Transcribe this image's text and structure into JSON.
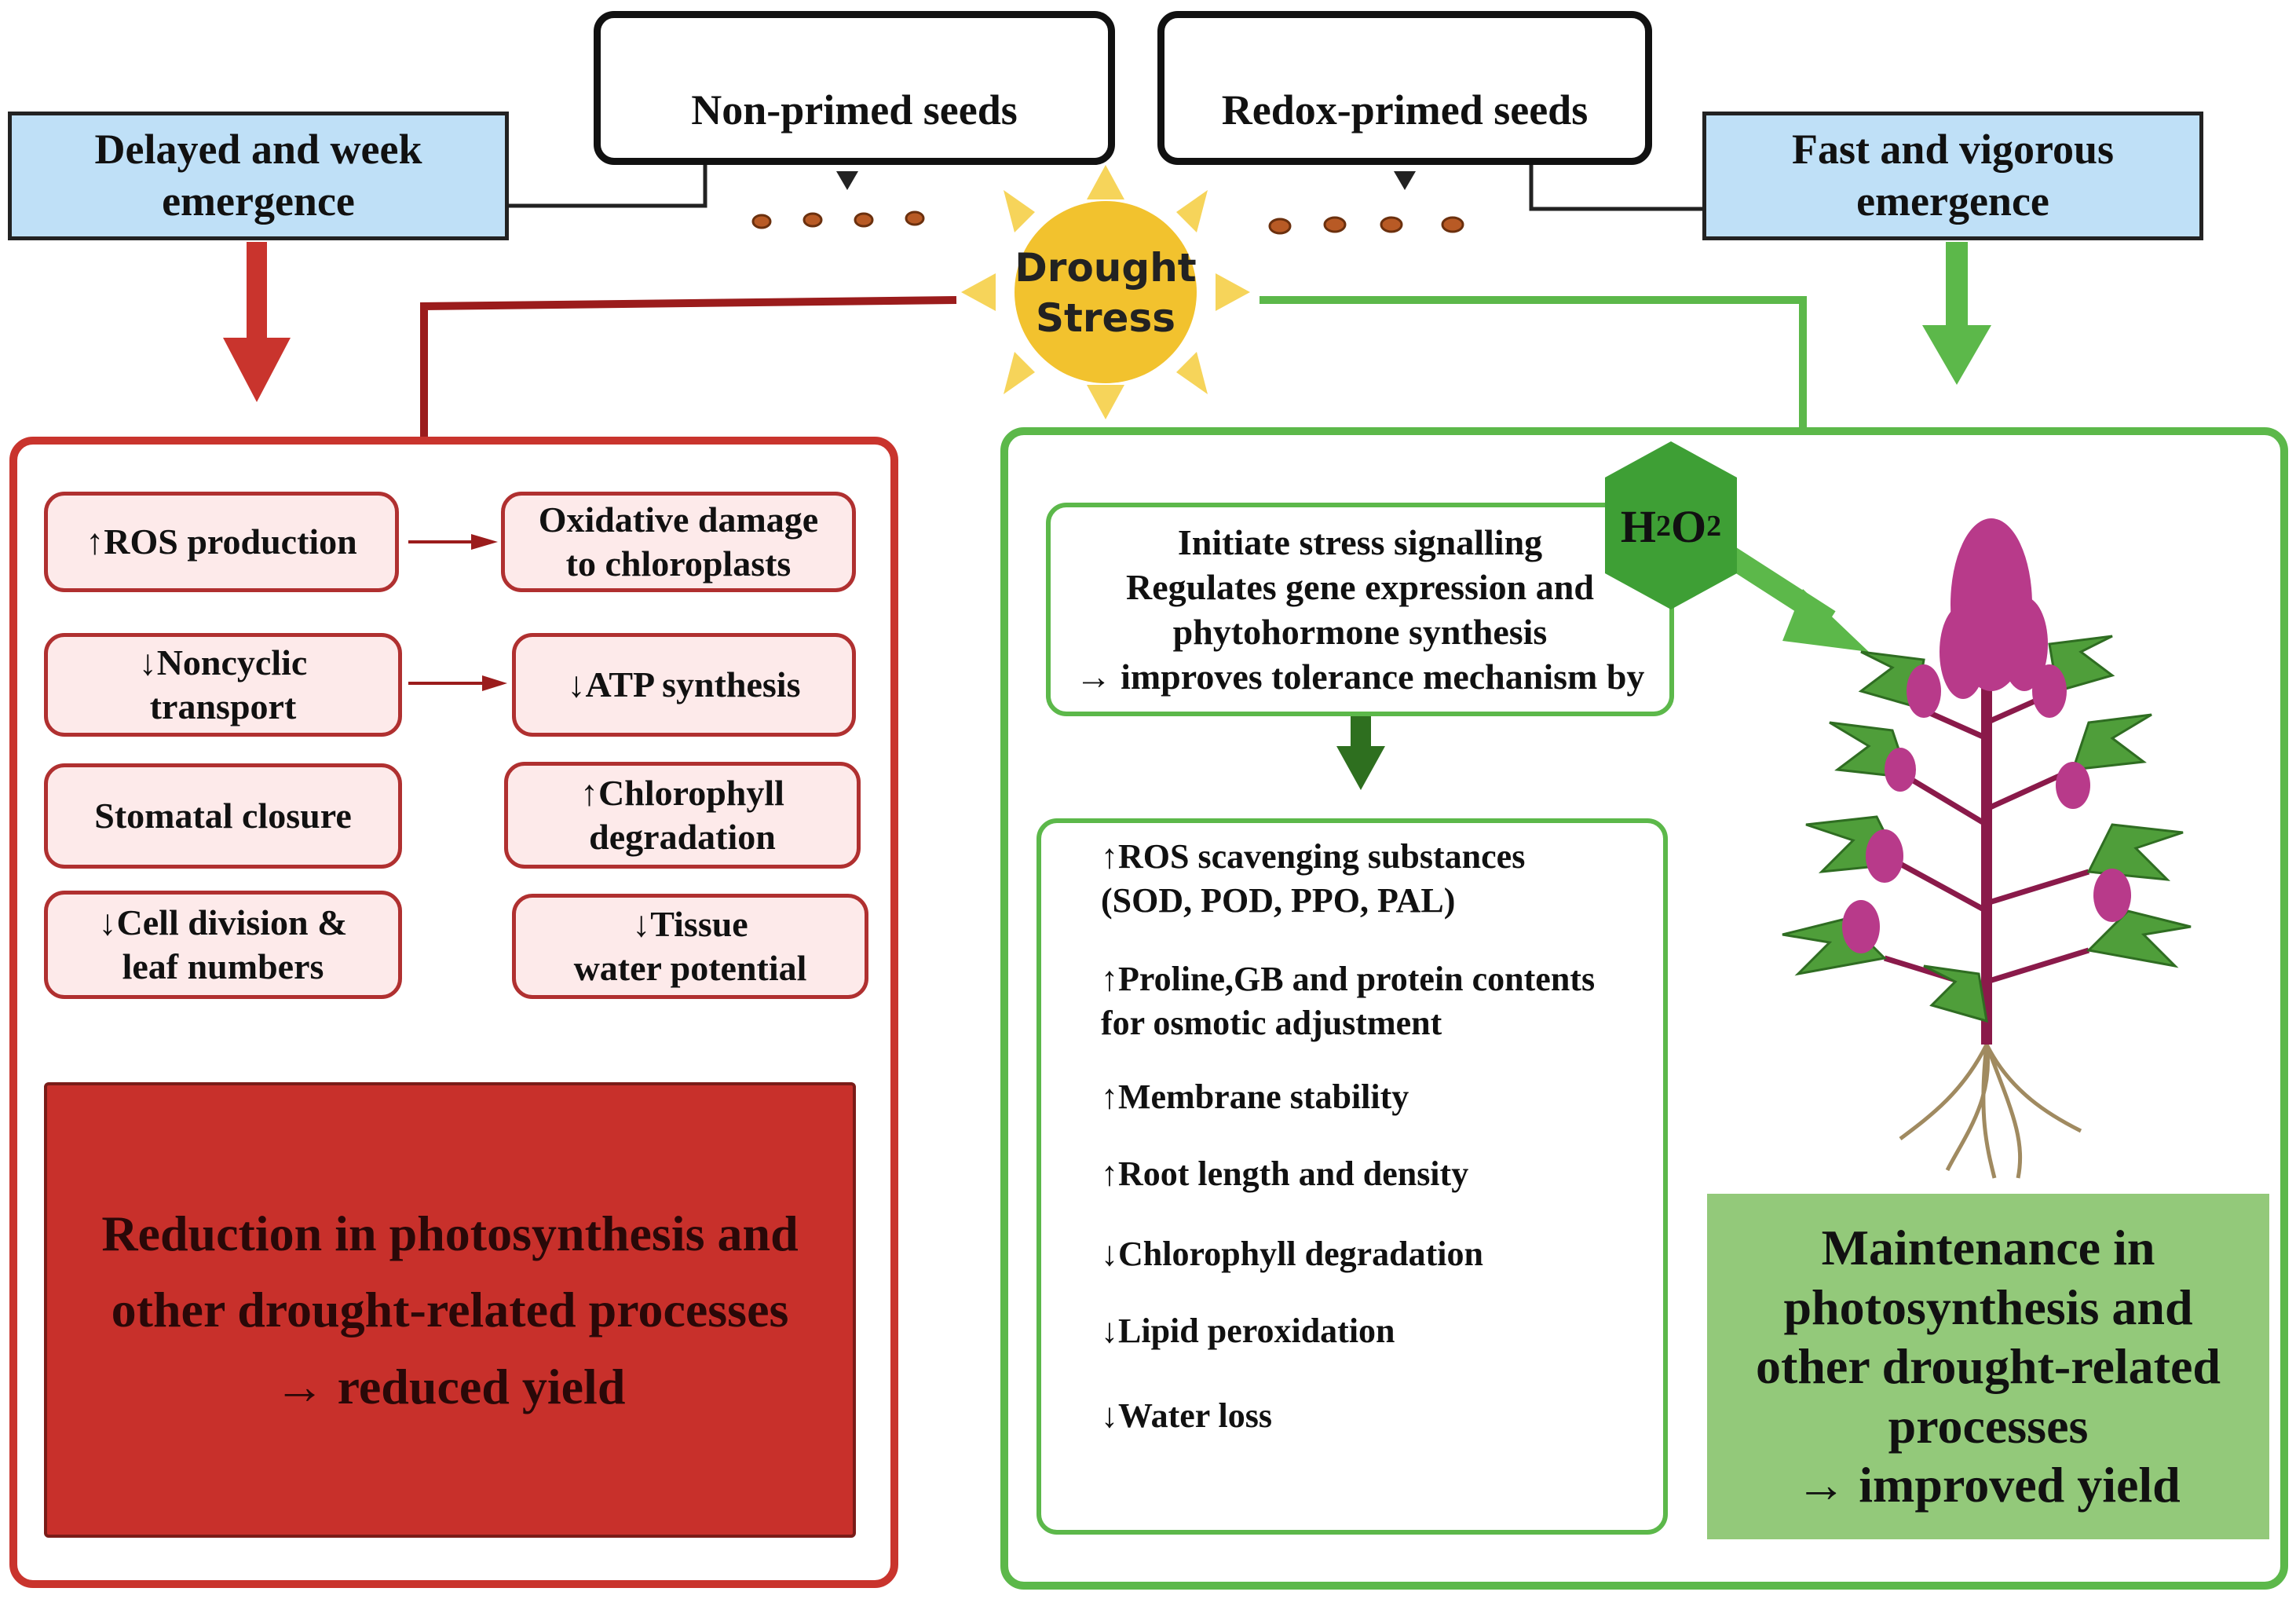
{
  "seeds": {
    "non_primed": "Non-primed seeds",
    "redox_primed": "Redox-primed seeds"
  },
  "emergence": {
    "delayed": [
      "Delayed and week",
      "emergence"
    ],
    "fast": [
      "Fast and vigorous",
      "emergence"
    ]
  },
  "sun": {
    "line1": "Drought",
    "line2": "Stress"
  },
  "negative": {
    "boxes": [
      [
        "↑ROS production"
      ],
      [
        "Oxidative damage",
        "to chloroplasts"
      ],
      [
        "↓Noncyclic",
        "transport"
      ],
      [
        "↓ATP synthesis"
      ],
      [
        "Stomatal closure"
      ],
      [
        "↑Chlorophyll",
        "degradation"
      ],
      [
        "↓Cell division &",
        "leaf numbers"
      ],
      [
        "↓Tissue",
        "water potential"
      ]
    ],
    "outcome": [
      "Reduction in photosynthesis and",
      "other drought-related processes",
      "→ reduced yield"
    ]
  },
  "positive": {
    "h2o2": {
      "main": "H",
      "sub1": "2",
      "mid": "O",
      "sub2": "2"
    },
    "signalling": [
      "Initiate stress signalling",
      "Regulates gene expression and",
      "phytohormone synthesis",
      "→ improves tolerance mechanism by"
    ],
    "effects": [
      "↑ROS scavenging substances",
      "(SOD, POD, PPO, PAL)",
      "↑Proline,GB and protein contents",
      "for osmotic adjustment",
      "↑Membrane stability",
      "↑Root length and density",
      "↓Chlorophyll degradation",
      "↓Lipid peroxidation",
      "↓Water loss"
    ],
    "outcome": [
      "Maintenance in",
      "photosynthesis and",
      "other drought-related",
      "processes",
      "→  improved yield"
    ]
  },
  "colors": {
    "red": "#c9342d",
    "dark_red": "#9b1c1c",
    "green": "#5cb84a",
    "dark_green": "#2e6f1f",
    "blue_box": "#bfe0f7",
    "sun_yellow": "#f2c22e",
    "outcome_red": "#c8302b",
    "outcome_green": "#93c97a",
    "hexagon": "#3e9f35",
    "flower": "#b83a8a"
  }
}
